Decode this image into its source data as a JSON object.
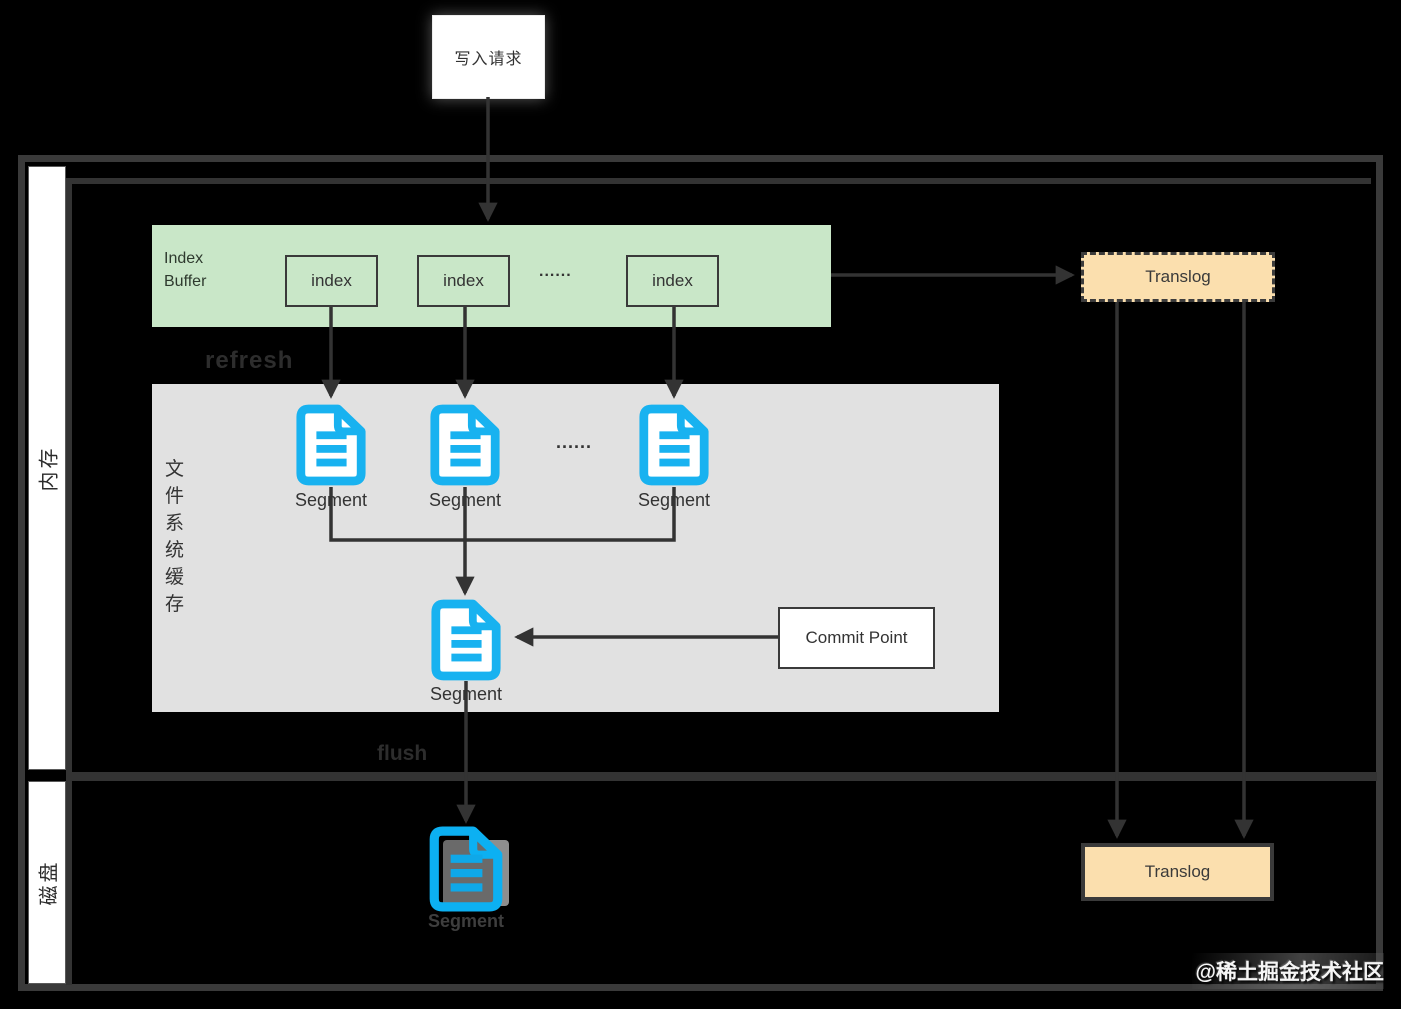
{
  "write_request": {
    "label": "写入请求"
  },
  "regions": {
    "memory": {
      "label": "内存"
    },
    "disk": {
      "label": "磁盘"
    }
  },
  "index_buffer": {
    "label": "Index Buffer",
    "items": [
      "index",
      "index",
      "index"
    ],
    "ellipsis": "......"
  },
  "translog_top": {
    "label": "Translog"
  },
  "translog_bottom": {
    "label": "Translog"
  },
  "fs_cache": {
    "label": "文件系统缓存",
    "segments": [
      "Segment",
      "Segment",
      "Segment"
    ],
    "ellipsis": "......",
    "merged_segment_label": "Segment"
  },
  "commit_point": {
    "label": "Commit Point"
  },
  "disk_segment": {
    "label": "Segment"
  },
  "dim_labels": {
    "refresh": "refresh",
    "flush": "flush"
  },
  "watermark": {
    "text": "@稀土掘金技术社区"
  },
  "colors": {
    "segment_icon_blue": "#18b2f0",
    "index_buffer_green": "#c9e7c8",
    "translog_peach": "#fbdfae",
    "cache_gray": "#e1e1e1",
    "line_dark": "#333333",
    "background": "#000000"
  }
}
